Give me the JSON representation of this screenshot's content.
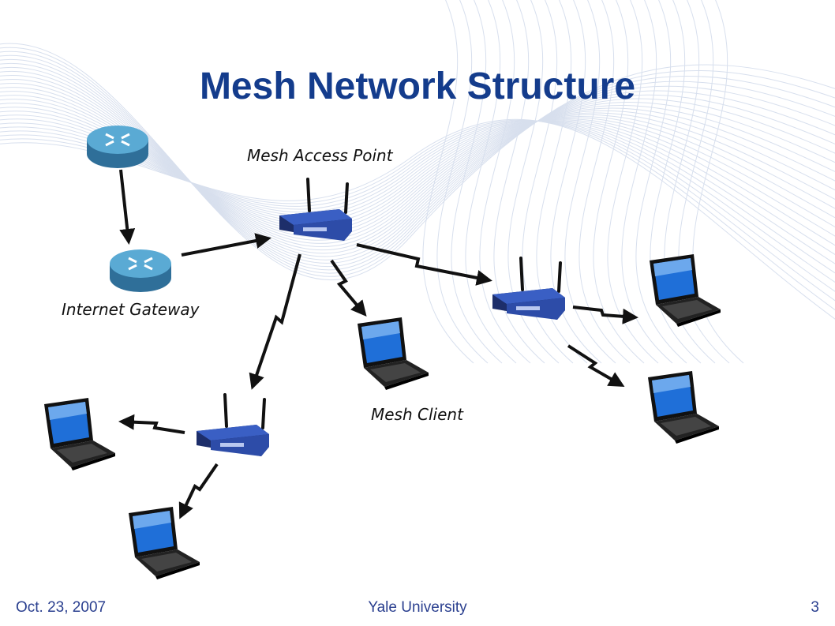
{
  "slide": {
    "title": "Mesh Network Structure",
    "labels": {
      "access_point": "Mesh Access Point",
      "gateway": "Internet Gateway",
      "client": "Mesh Client"
    },
    "footer": {
      "date": "Oct. 23, 2007",
      "institution": "Yale University",
      "page_number": "3"
    }
  },
  "colors": {
    "title": "#143c8c",
    "footer": "#2a3f8f",
    "router_body": "#4f9ec8",
    "access_point_body": "#3a5fc4",
    "laptop_screen": "#1f6fd8",
    "background_curves": "#b8c6e0"
  },
  "icons": {
    "gateway": "router-icon",
    "access_point": "wireless-router-icon",
    "client": "laptop-icon"
  }
}
